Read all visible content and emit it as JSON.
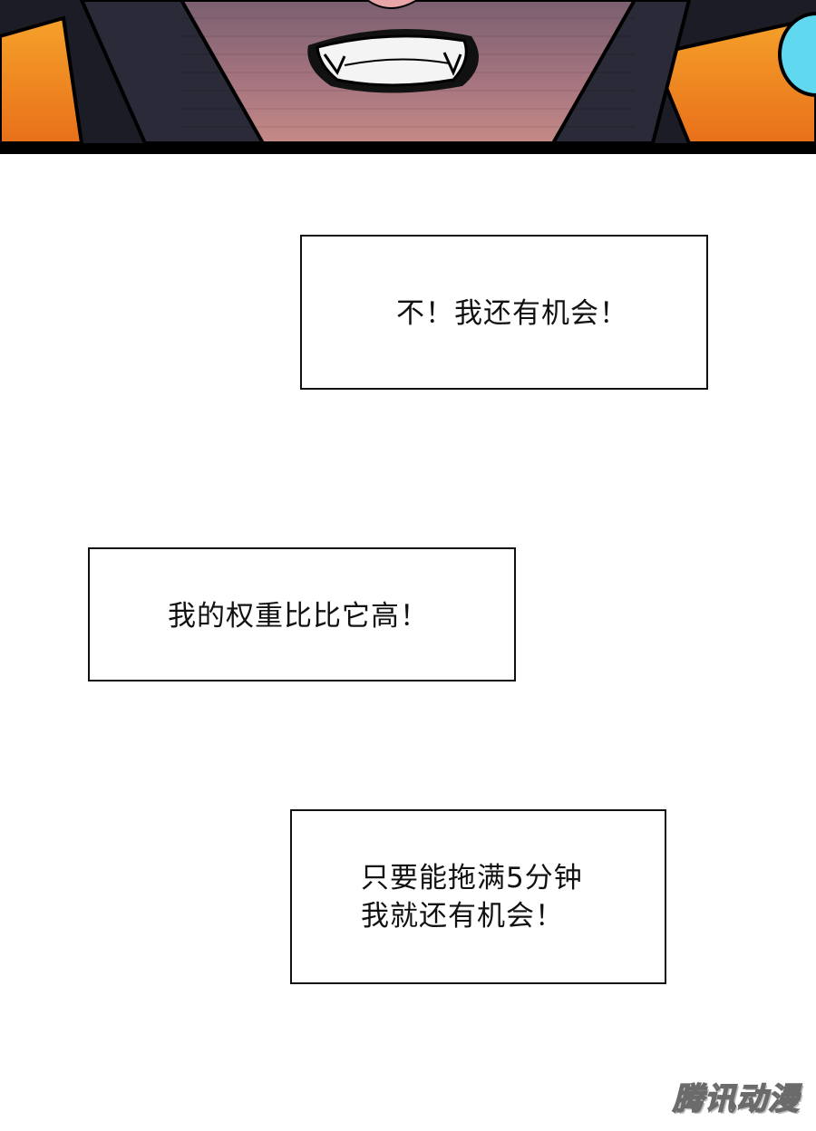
{
  "panel_top": {
    "description_icon": "grinning-face-art"
  },
  "captions": [
    {
      "lines": [
        "不！我还有机会！"
      ]
    },
    {
      "lines": [
        "我的权重比比它高！"
      ]
    },
    {
      "lines": [
        "只要能拖满5分钟",
        "我就还有机会！"
      ]
    }
  ],
  "watermark": "腾讯动漫",
  "colors": {
    "panel_dark": "#1a1a22",
    "orange": "#f08a1e",
    "cyan": "#5fd8f0",
    "skin": "#c08890",
    "border": "#111111"
  }
}
